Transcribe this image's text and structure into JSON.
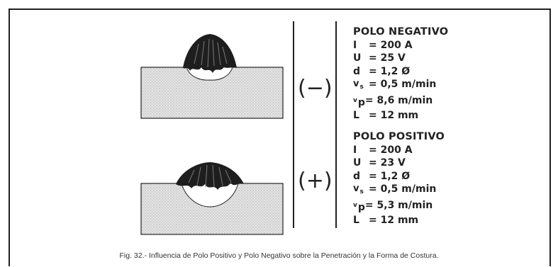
{
  "negative": {
    "title": "POLO NEGATIVO",
    "symbol": "(−)",
    "params": [
      {
        "sym": "I",
        "val": "= 200 A"
      },
      {
        "sym": "U",
        "val": "= 25 V"
      },
      {
        "sym": "d",
        "val": "= 1,2 Ø"
      },
      {
        "sym": "v",
        "sub": "s",
        "val": "= 0,5 m/min"
      },
      {
        "sym": "v",
        "sub": "p",
        "val": "= 8,6 m/min"
      },
      {
        "sym": "L",
        "val": "= 12 mm"
      }
    ]
  },
  "positive": {
    "title": "POLO POSITIVO",
    "symbol": "(+)",
    "params": [
      {
        "sym": "I",
        "val": "= 200 A"
      },
      {
        "sym": "U",
        "val": "= 23 V"
      },
      {
        "sym": "d",
        "val": "= 1,2 Ø"
      },
      {
        "sym": "v",
        "sub": "s",
        "val": "= 0,5 m/min"
      },
      {
        "sym": "v",
        "sub": "p",
        "val": "= 5,3 m/min"
      },
      {
        "sym": "L",
        "val": "= 12 mm"
      }
    ]
  },
  "caption": "Fig. 32.- Influencia de Polo Positivo y Polo Negativo sobre la Penetración y la Forma de Costura.",
  "colors": {
    "ink": "#222222",
    "base_metal_fill": "#dcdcdc",
    "bead_fill": "#1e1e1e",
    "penetration_fill": "#ffffff"
  }
}
